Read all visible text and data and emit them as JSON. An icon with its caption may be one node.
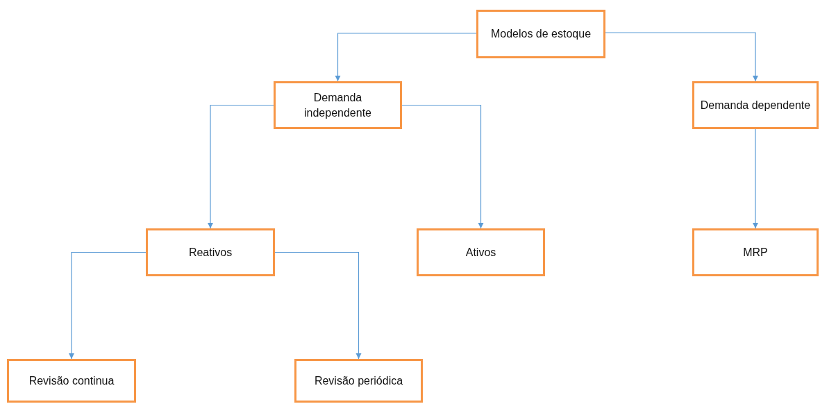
{
  "diagram": {
    "nodes": [
      {
        "text": [
          "Modelos de estoque"
        ]
      },
      {
        "text": [
          "Demanda independente"
        ]
      },
      {
        "text": [
          "Demanda dependente"
        ]
      },
      {
        "text": [
          "Reativos"
        ]
      },
      {
        "text": [
          "Ativos"
        ]
      },
      {
        "text": [
          "MRP"
        ]
      },
      {
        "text": [
          "Revisão continua"
        ]
      },
      {
        "text": [
          "Revisão periódica"
        ]
      }
    ],
    "edges": [
      {
        "from": 0,
        "to": 1,
        "arrow": "to"
      },
      {
        "from": 0,
        "to": 2,
        "arrow": "to"
      },
      {
        "from": 1,
        "to": 3,
        "arrow": "to"
      },
      {
        "from": 1,
        "to": 4,
        "arrow": "to"
      },
      {
        "from": 2,
        "to": 5,
        "arrow": "to"
      },
      {
        "from": 3,
        "to": 6,
        "arrow": "to"
      },
      {
        "from": 3,
        "to": 7,
        "arrow": "to"
      }
    ]
  }
}
